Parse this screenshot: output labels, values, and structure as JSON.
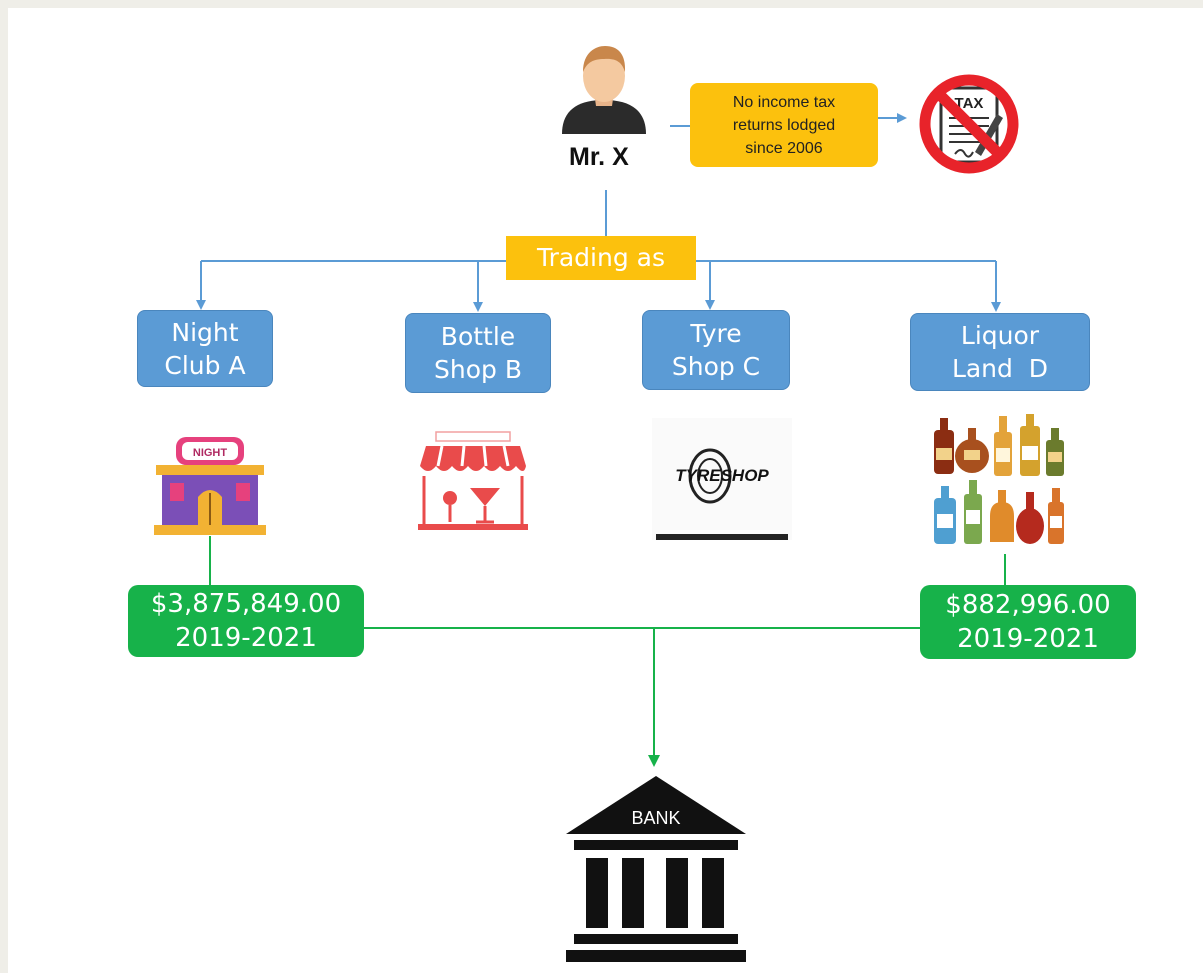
{
  "person": {
    "label": "Mr. X"
  },
  "tax_note": {
    "lines": [
      "No income tax",
      "returns lodged",
      "since 2006"
    ],
    "badge_text": "TAX"
  },
  "trading": {
    "label": "Trading as"
  },
  "businesses": [
    {
      "lines": [
        "Night",
        "Club A"
      ],
      "icon": "night-club-icon",
      "sign_text": "NIGHT"
    },
    {
      "lines": [
        "Bottle",
        "Shop B"
      ],
      "icon": "bottle-shop-icon"
    },
    {
      "lines": [
        "Tyre",
        "Shop C"
      ],
      "icon": "tyre-shop-icon",
      "logo_text": "TYRESHOP"
    },
    {
      "lines": [
        "Liquor",
        "Land  D"
      ],
      "icon": "liquor-bottles-icon"
    }
  ],
  "amounts": [
    {
      "amount": "$3,875,849.00",
      "period": "2019-2021"
    },
    {
      "amount": "$882,996.00",
      "period": "2019-2021"
    }
  ],
  "bank": {
    "label": "BANK",
    "icon": "bank-icon"
  },
  "colors": {
    "blue": "#5b9bd5",
    "green": "#17b24a",
    "yellow": "#fcc10d",
    "red": "#e8232a",
    "line_blue": "#5b9bd5",
    "line_green": "#17b24a"
  }
}
